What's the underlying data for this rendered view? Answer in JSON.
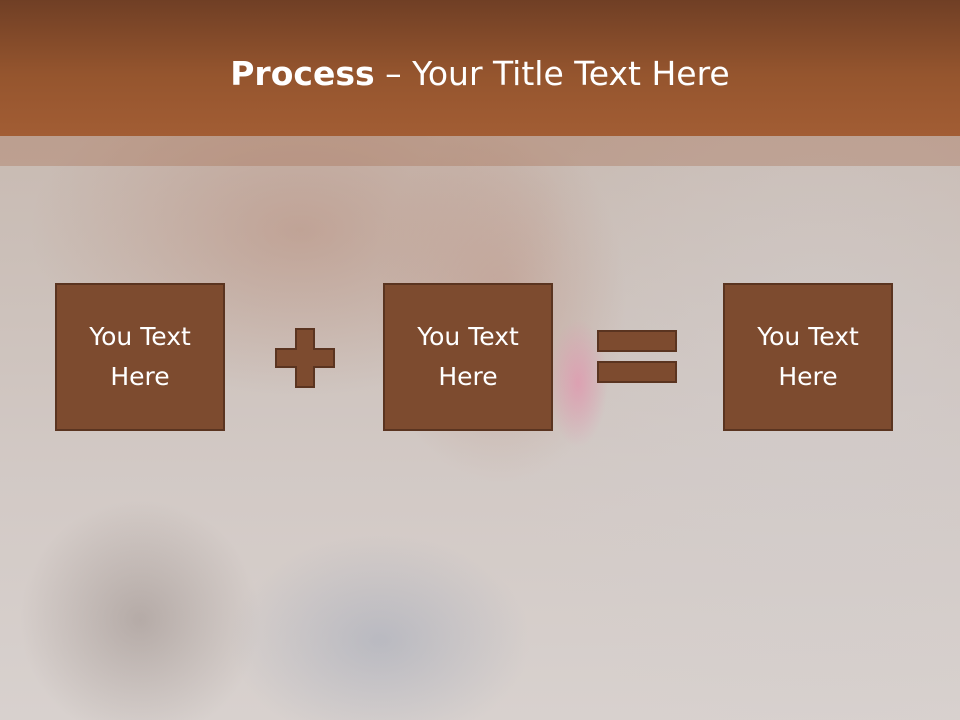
{
  "slide": {
    "title_bold": "Process",
    "title_rest": " – Your Title Text Here"
  },
  "process": {
    "boxes": [
      {
        "text": "You Text Here"
      },
      {
        "text": "You Text Here"
      },
      {
        "text": "You Text Here"
      }
    ],
    "operators": [
      "plus-icon",
      "equals-icon"
    ]
  },
  "colors": {
    "title_bar": "#95552e",
    "box_fill": "#7d4b2f",
    "box_border": "#5a3420",
    "operator_fill": "#7d4b2f"
  }
}
